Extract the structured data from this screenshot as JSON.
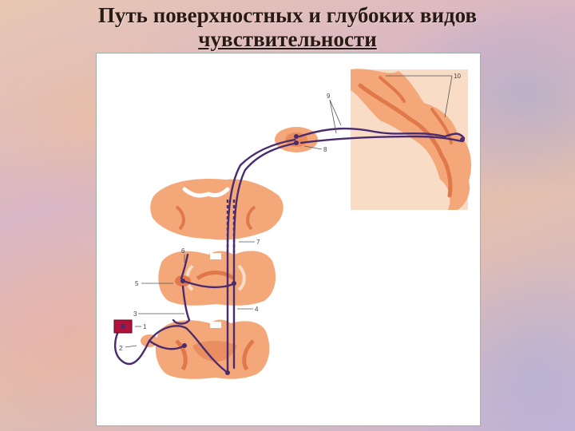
{
  "title": {
    "line1": "Путь поверхностных и глубоких видов",
    "line2": "чувствительности"
  },
  "labels": {
    "l1": "1",
    "l2": "2",
    "l3": "3",
    "l4": "4",
    "l5": "5",
    "l6": "6",
    "l7": "7",
    "l8": "8",
    "l9": "9",
    "l10": "10"
  },
  "colors": {
    "tissue": "#f4a87a",
    "tissue_dark": "#e0784a",
    "tissue_light": "#f8dcc6",
    "pathway": "#4a2c6e",
    "receptor": "#b0123a"
  }
}
